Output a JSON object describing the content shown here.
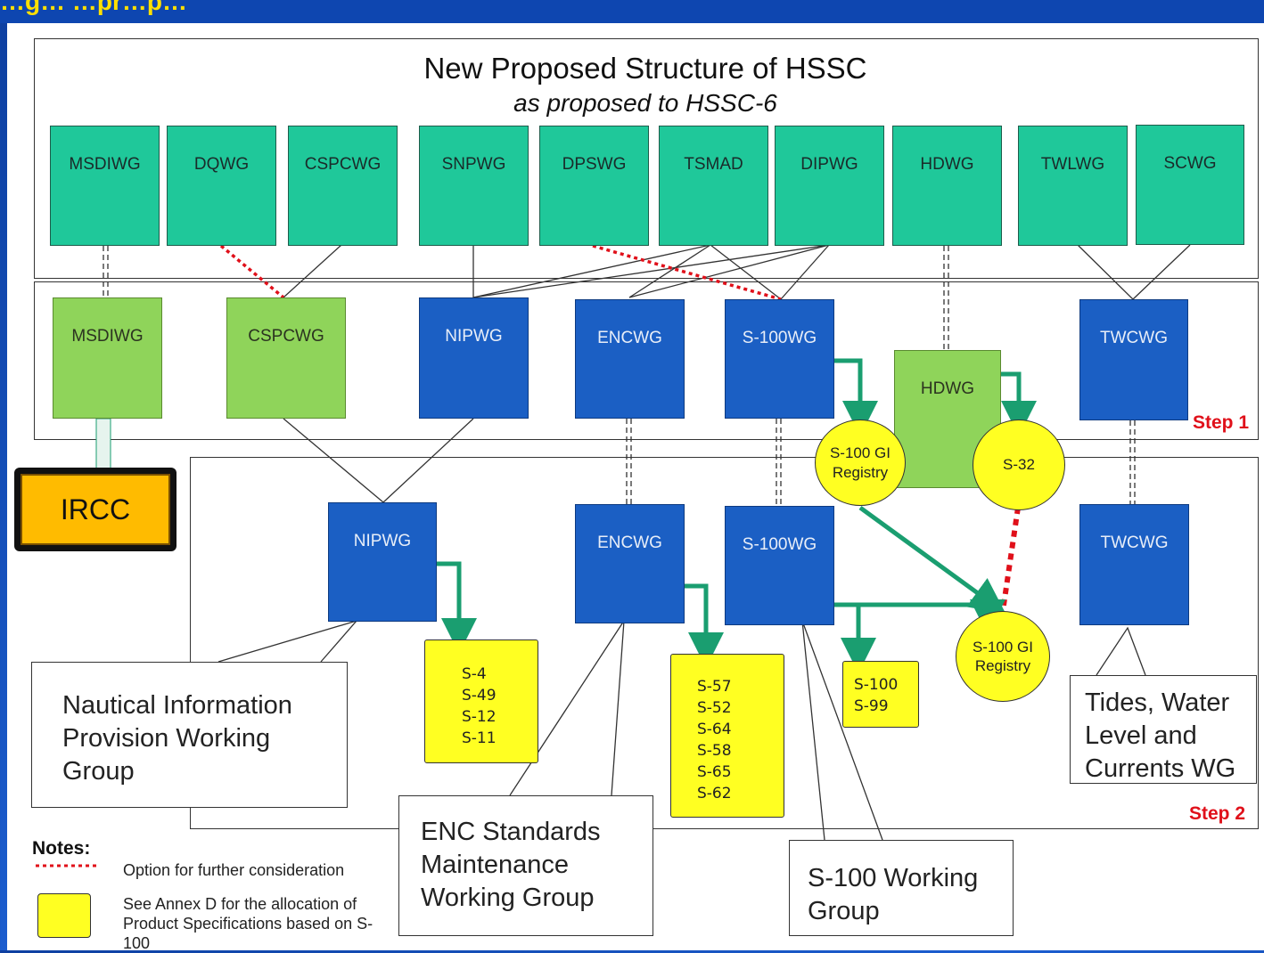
{
  "header": {
    "partial_text": "…g…  …pr…p…"
  },
  "title": "New Proposed Structure of HSSC",
  "subtitle": "as proposed to HSSC-6",
  "top_row": [
    {
      "label": "MSDIWG"
    },
    {
      "label": "DQWG"
    },
    {
      "label": "CSPCWG"
    },
    {
      "label": "SNPWG"
    },
    {
      "label": "DPSWG"
    },
    {
      "label": "TSMAD"
    },
    {
      "label": "DIPWG"
    },
    {
      "label": "HDWG"
    },
    {
      "label": "TWLWG"
    },
    {
      "label": "SCWG"
    }
  ],
  "step1": {
    "label": "Step 1",
    "boxes": [
      {
        "label": "MSDIWG",
        "color": "#8fd45a"
      },
      {
        "label": "CSPCWG",
        "color": "#8fd45a"
      },
      {
        "label": "NIPWG",
        "color": "#1b5fc4"
      },
      {
        "label": "ENCWG",
        "color": "#1b5fc4"
      },
      {
        "label": "S-100WG",
        "color": "#1b5fc4"
      },
      {
        "label": "HDWG",
        "color": "#8fd45a"
      },
      {
        "label": "TWCWG",
        "color": "#1b5fc4"
      }
    ],
    "bubbles": [
      {
        "text": "S-100 GI Registry"
      },
      {
        "text": "S-32"
      }
    ]
  },
  "step2": {
    "label": "Step 2",
    "boxes": [
      {
        "label": "NIPWG"
      },
      {
        "label": "ENCWG"
      },
      {
        "label": "S-100WG"
      },
      {
        "label": "TWCWG"
      }
    ],
    "bubble": {
      "text": "S-100 GI Registry"
    },
    "scrolls": [
      {
        "lines": [
          "S-4",
          "S-49",
          "S-12",
          "S-11"
        ]
      },
      {
        "lines": [
          "S-57",
          "S-52",
          "S-64",
          "S-58",
          "S-65",
          "S-62"
        ]
      },
      {
        "lines": [
          "S-100",
          "S-99"
        ]
      }
    ],
    "callouts": {
      "nipwg": "Nautical Information Provision Working Group",
      "encwg": "ENC Standards Maintenance Working Group",
      "s100wg": "S-100 Working Group",
      "twcwg": "Tides, Water Level and Currents WG"
    }
  },
  "ircc": "IRCC",
  "notes": {
    "title": "Notes:",
    "dotted": "Option for further consideration",
    "scroll": "See Annex D for the allocation of Product Specifications based on S-100"
  },
  "colors": {
    "teal": "#1fc89a",
    "light_green": "#8fd45a",
    "blue": "#1b5fc4",
    "yellow": "#ffff22",
    "red_dotted": "#e0101a",
    "arrow_green": "#1a9e70"
  }
}
